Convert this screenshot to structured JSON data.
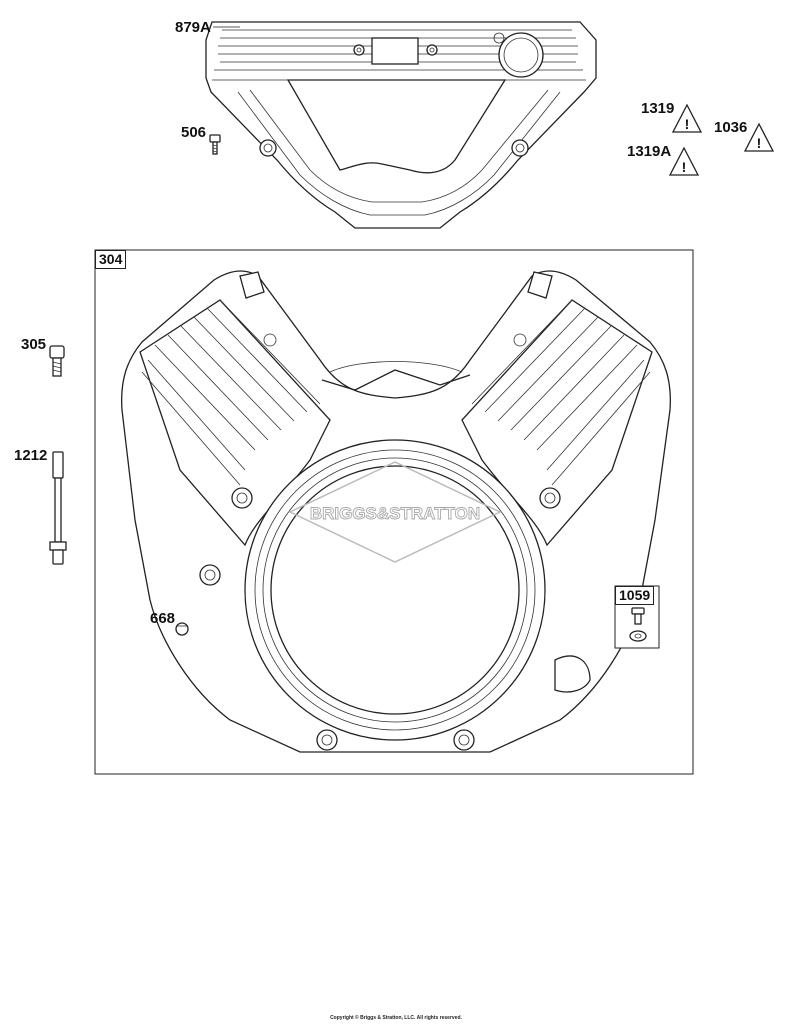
{
  "diagram": {
    "callouts": {
      "valve_cover": "879A",
      "screw_small": "506",
      "warning_1319": "1319",
      "warning_1319a": "1319A",
      "warning_1036": "1036",
      "blower_housing": "304",
      "bolt": "305",
      "stud": "1212",
      "plug": "668",
      "screw_kit": "1059"
    },
    "watermark": "BRIGGS&STRATTON",
    "warning_symbol": "!",
    "copyright": "Copyright © Briggs & Stratton, LLC. All rights reserved."
  }
}
